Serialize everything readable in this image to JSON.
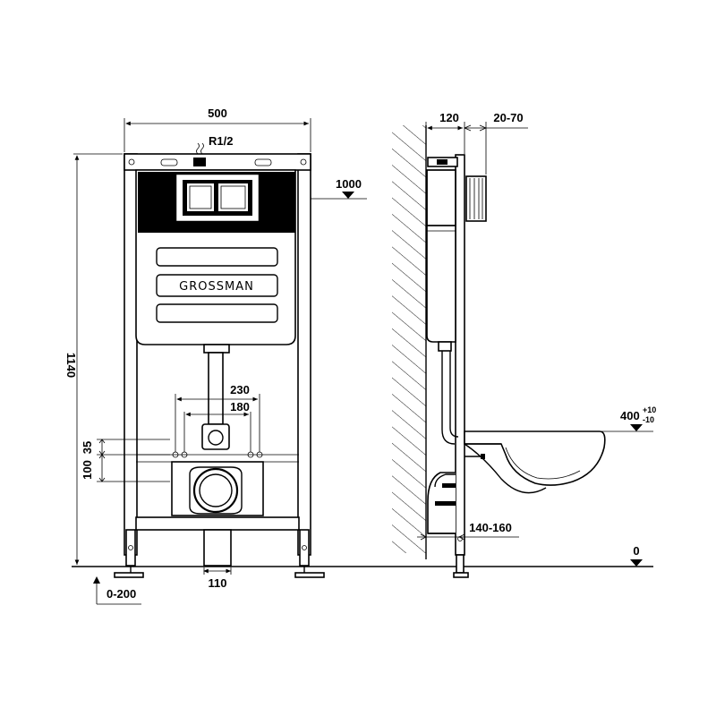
{
  "brand": {
    "logo_text": "GROSSMAN"
  },
  "dimensions": {
    "width_total": "500",
    "height_total": "1140",
    "water_inlet": "R1/2",
    "flush_button_height": "1000",
    "bolt_spacing_outer": "230",
    "bolt_spacing_inner": "180",
    "bolt_height_a": "35",
    "bolt_height_b": "100",
    "foot_width": "110",
    "leg_extension": "0-200",
    "wall_depth": "120",
    "panel_thickness": "20-70",
    "seat_height": "400",
    "seat_tol_plus": "+10",
    "seat_tol_minus": "-10",
    "drain_offset": "140-160",
    "floor_level": "0"
  }
}
